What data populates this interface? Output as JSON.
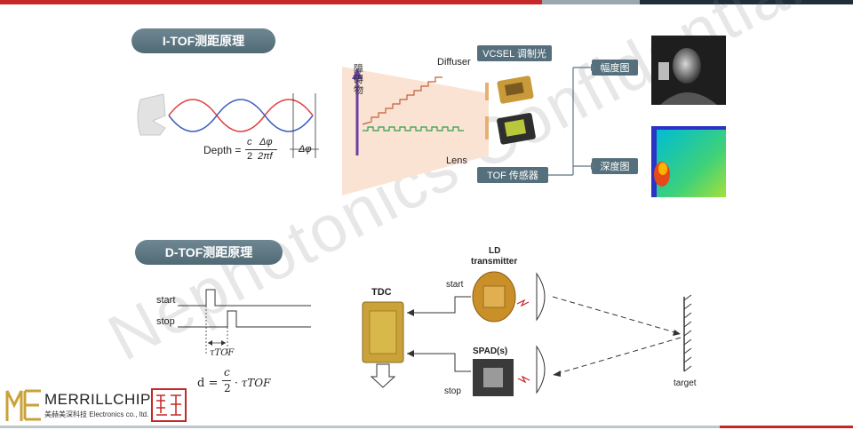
{
  "colors": {
    "accent_red": "#c62828",
    "bar_gray": "#9aa8ae",
    "bar_navy": "#1f2f3a",
    "pill": "#5b7480"
  },
  "itof": {
    "title": "I-TOF测距原理",
    "depth_label": "Depth =",
    "formula_c": "c",
    "formula_dphi": "Δφ",
    "formula_2": "2",
    "formula_2pif": "2πf",
    "dphi_marker": "Δφ",
    "obstacle": "障碍物",
    "diffuser": "Diffuser",
    "lens": "Lens",
    "vcsel": "VCSEL 调制光",
    "tof_sensor": "TOF 传感器",
    "amplitude": "幅度图",
    "depth_map": "深度图"
  },
  "dtof": {
    "title": "D-TOF测距原理",
    "start": "start",
    "stop": "stop",
    "tau": "τTOF",
    "formula_d": "d =",
    "formula_c": "c",
    "formula_2": "2",
    "formula_tau": "· τTOF",
    "tdc": "TDC",
    "ld": "LD",
    "transmitter": "transmitter",
    "spad": "SPAD(s)",
    "start_line": "start",
    "stop_line": "stop",
    "target": "target"
  },
  "logo": {
    "brand": "MERRILLCHIP",
    "sub": "美赫美深科技 Electronics co., ltd."
  },
  "watermark": "Nephotonics Confidential"
}
